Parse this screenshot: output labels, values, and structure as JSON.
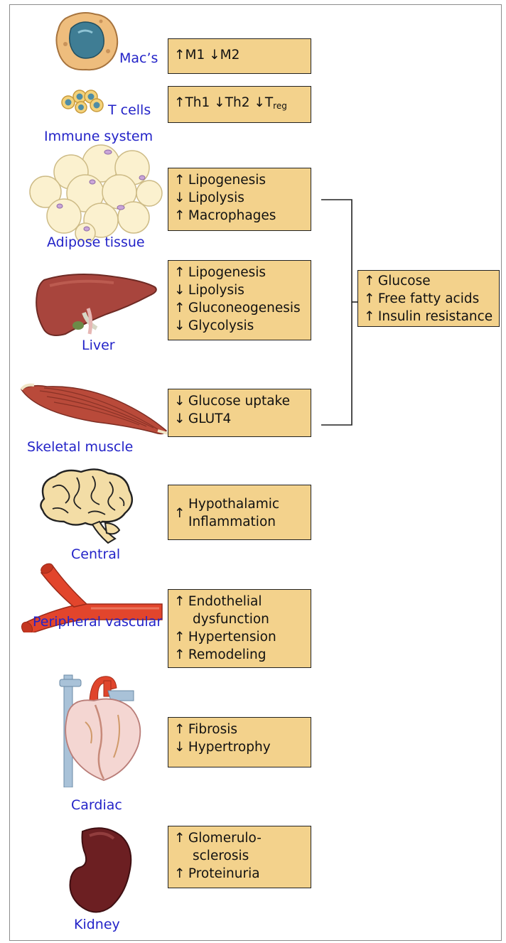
{
  "immune": {
    "macs_label": "Mac’s",
    "tcells_label": "T cells",
    "system_label": "Immune system",
    "macs_box": "↑M1 ↓M2",
    "tcells_box": {
      "a": "↑Th1 ↓Th2 ↓T",
      "sub": "reg"
    }
  },
  "adipose": {
    "label": "Adipose tissue",
    "lines": [
      {
        "arrow": "↑",
        "text": "Lipogenesis"
      },
      {
        "arrow": "↓",
        "text": "Lipolysis"
      },
      {
        "arrow": "↑",
        "text": "Macrophages"
      }
    ]
  },
  "liver": {
    "label": "Liver",
    "lines": [
      {
        "arrow": "↑",
        "text": "Lipogenesis"
      },
      {
        "arrow": "↓",
        "text": "Lipolysis"
      },
      {
        "arrow": "↑",
        "text": "Gluconeogenesis"
      },
      {
        "arrow": "↓",
        "text": "Glycolysis"
      }
    ]
  },
  "muscle": {
    "label": "Skeletal muscle",
    "lines": [
      {
        "arrow": "↓",
        "text": "Glucose uptake"
      },
      {
        "arrow": "↓",
        "text": "GLUT4"
      }
    ]
  },
  "metabolic": {
    "lines": [
      {
        "arrow": "↑",
        "text": "Glucose"
      },
      {
        "arrow": "↑",
        "text": "Free fatty acids"
      },
      {
        "arrow": "↑",
        "text": "Insulin resistance"
      }
    ]
  },
  "central": {
    "label": "Central",
    "arrow": "↑",
    "line1": "Hypothalamic",
    "line2": "Inflammation"
  },
  "vascular": {
    "label": "Peripheral vascular",
    "l1_arrow": "↑",
    "l1": "Endothelial",
    "l2": "dysfunction",
    "l3_arrow": "↑",
    "l3": "Hypertension",
    "l4_arrow": "↑",
    "l4": "Remodeling"
  },
  "cardiac": {
    "label": "Cardiac",
    "lines": [
      {
        "arrow": "↑",
        "text": "Fibrosis"
      },
      {
        "arrow": "↓",
        "text": "Hypertrophy"
      }
    ]
  },
  "kidney": {
    "label": "Kidney",
    "l1_arrow": "↑",
    "l1": "Glomerulo-",
    "l2": "sclerosis",
    "l3_arrow": "↑",
    "l3": "Proteinuria"
  },
  "colors": {
    "box_fill": "#f3d28c",
    "label_blue": "#2323c8",
    "border": "#222222"
  }
}
